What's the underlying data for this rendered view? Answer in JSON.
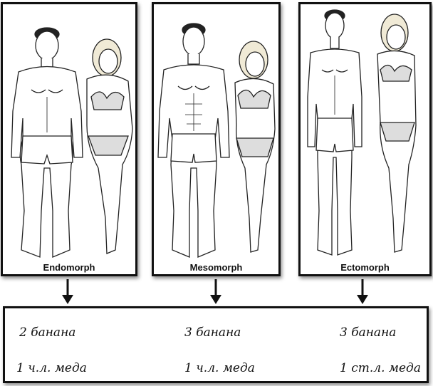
{
  "body_types": [
    {
      "label": "Endomorph",
      "bananas": "2 банана",
      "honey": "1 ч.л. меда"
    },
    {
      "label": "Mesomorph",
      "bananas": "3 банана",
      "honey": "1 ч.л. меда"
    },
    {
      "label": "Ectomorph",
      "bananas": "3 банана",
      "honey": "1 ст.л. меда"
    }
  ],
  "colors": {
    "border": "#111111",
    "skin": "#ffffff",
    "hair_male": "#222222",
    "hair_female": "#e8e0c8"
  }
}
